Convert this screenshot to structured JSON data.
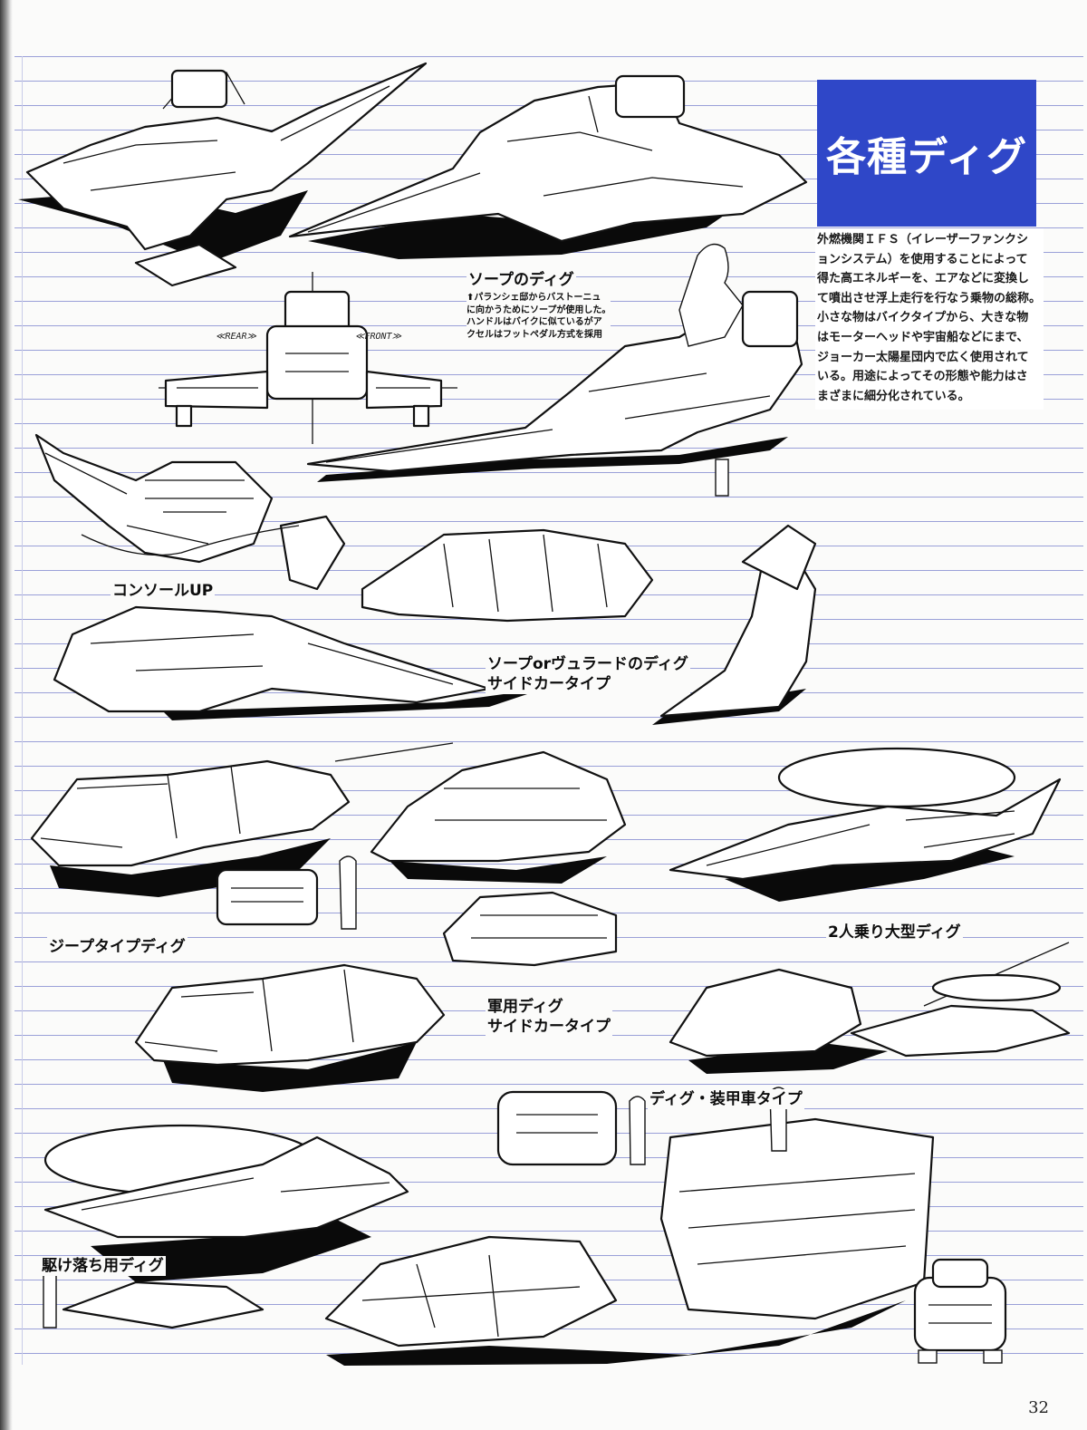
{
  "title": "各種ディグ",
  "description": [
    "外燃機関ＩＦＳ（イレーザーファンクシ",
    "ョンシステム）を使用することによって",
    "得た高エネルギーを、エアなどに変換し",
    "て噴出させ浮上走行を行なう乗物の総称。",
    "小さな物はバイクタイプから、大きな物",
    "はモーターヘッドや宇宙船などにまで、",
    "ジョーカー太陽星団内で広く使用されて",
    "いる。用途によってその形態や能力はさ",
    "まざまに細分化されている。"
  ],
  "captions": {
    "soap_dig": {
      "title": "ソープのディグ",
      "note": [
        "⬆パランシェ邸からバストーニュ",
        "に向かうためにソープが使用した。",
        "ハンドルはバイクに似ているがア",
        "クセルはフットペダル方式を採用"
      ]
    },
    "view_rear": "≪REAR≫",
    "view_front": "≪FRONT≫",
    "console_up": "コンソールUP",
    "sidecar": [
      "ソープorヴュラードのディグ",
      "サイドカータイプ"
    ],
    "jeep": "ジープタイプディグ",
    "military_sidecar": [
      "軍用ディグ",
      "サイドカータイプ"
    ],
    "two_seat": "2人乗り大型ディグ",
    "armored": "ディグ・装甲車タイプ",
    "elopement": "駆け落ち用ディグ"
  },
  "page_number": "32"
}
